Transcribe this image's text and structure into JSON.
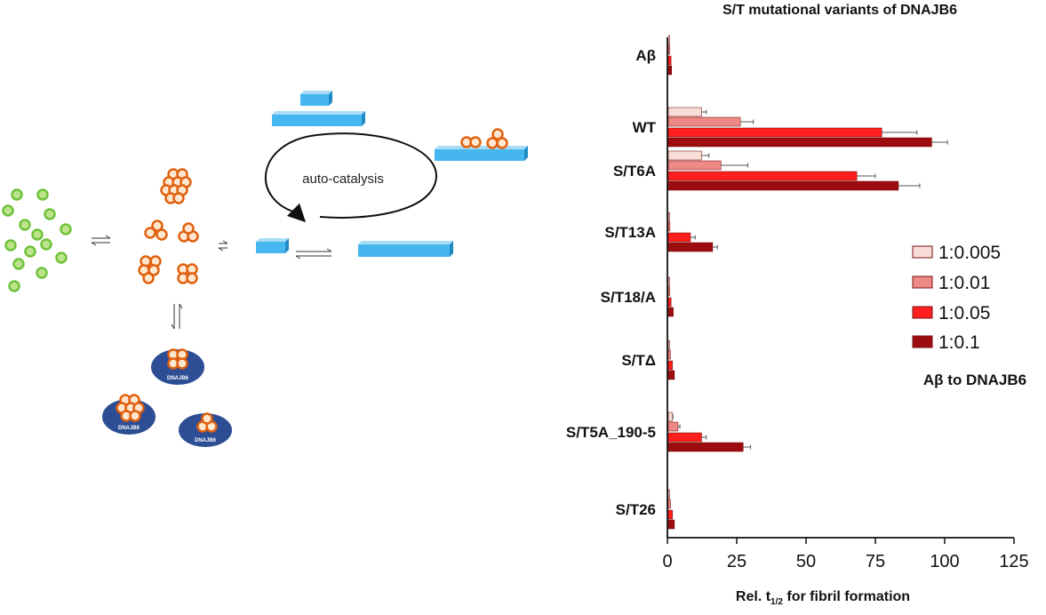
{
  "scheme": {
    "cycle_label": "auto-catalysis",
    "chaperone_label": "DNAJB6",
    "colors": {
      "monomer_fill": "#bde48c",
      "monomer_stroke": "#6fc23c",
      "oligomer_fill": "#ffe7cf",
      "oligomer_stroke": "#e0600f",
      "fibril_front": "#45b6ee",
      "fibril_top": "#a8dcf7",
      "fibril_side": "#2189c4",
      "chaperone": "#2d4d95"
    }
  },
  "chart_data": {
    "type": "bar",
    "orientation": "horizontal",
    "title": "S/T mutational variants of DNAJB6",
    "xlabel_main": "Rel.  t",
    "xlabel_sub": "1/2",
    "xlabel_tail": " for fibril formation",
    "xlim": [
      0,
      125
    ],
    "xticks": [
      0,
      25,
      50,
      75,
      100,
      125
    ],
    "grid": false,
    "legend_position": "right",
    "legend_title": "Aβ to DNAJB6",
    "categories": [
      "Aβ",
      "WT",
      "S/T6A",
      "S/T13A",
      "S/T18/A",
      "S/TΔ",
      "S/T5A_190-5",
      "S/T26"
    ],
    "series": [
      {
        "name": "1:0.005",
        "color": "#f8dcd6",
        "values": [
          0.3,
          12,
          12,
          0.5,
          0.3,
          0.5,
          1.5,
          0.3
        ],
        "errors": [
          0,
          2,
          3,
          0,
          0,
          0,
          0.5,
          0
        ]
      },
      {
        "name": "1:0.01",
        "color": "#ee8a86",
        "values": [
          0.5,
          26,
          19,
          0.6,
          0.5,
          0.8,
          3.5,
          0.8
        ],
        "errors": [
          0,
          5,
          10,
          0,
          0,
          0,
          1,
          0
        ]
      },
      {
        "name": "1:0.05",
        "color": "#ff1f1f",
        "values": [
          1.0,
          77,
          68,
          8,
          1.0,
          1.5,
          12,
          1.5
        ],
        "errors": [
          0,
          13,
          7,
          2,
          0,
          0,
          2,
          0
        ]
      },
      {
        "name": "1:0.1",
        "color": "#9d0d0f",
        "values": [
          1.2,
          95,
          83,
          16,
          1.8,
          2.2,
          27,
          2.2
        ],
        "errors": [
          0,
          6,
          8,
          2,
          0,
          0,
          3,
          0
        ]
      }
    ]
  }
}
